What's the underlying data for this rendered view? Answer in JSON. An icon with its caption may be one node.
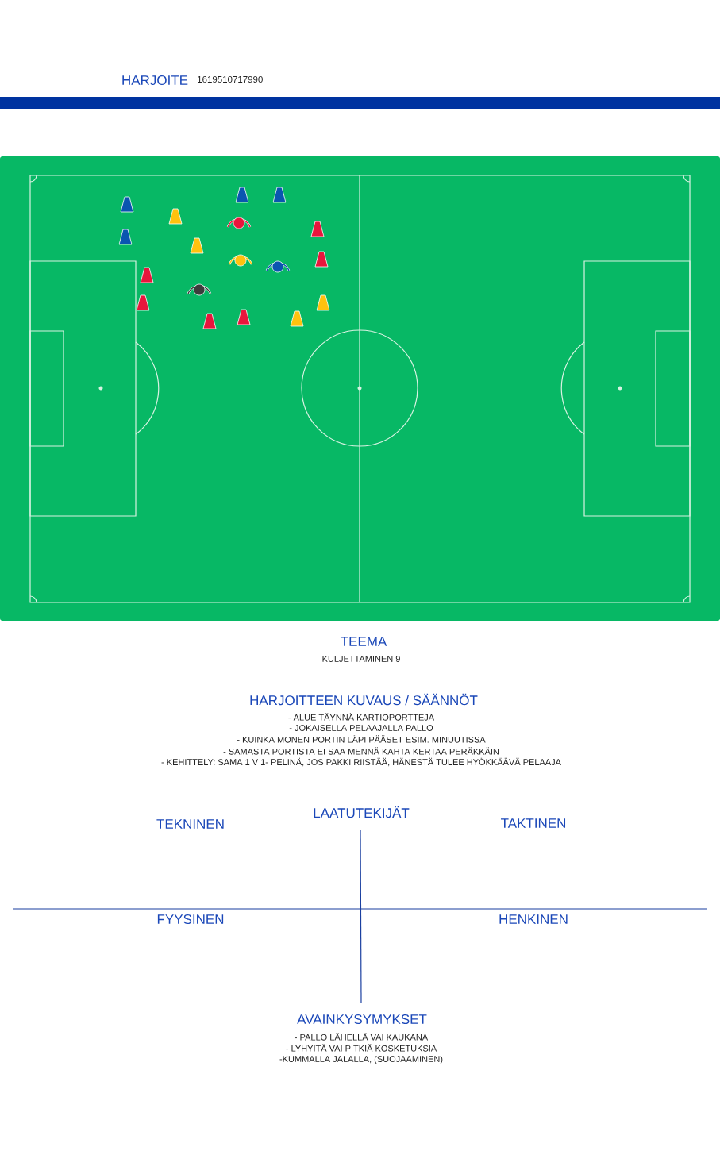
{
  "diagram": {
    "title": "HARJOITE",
    "labels": [
      "1619510717990",
      "TEEMA",
      "KULJETTAMINEN  9",
      "HARJOITTEEN KUVAUS / SÄÄNNÖT",
      "- ALUE TÄYNNÄ KARTIOPORTTEJA",
      "- JOKAISELLA PELAAJALLA PALLO",
      "- KUINKA MONEN PORTIN LÄPI PÄÄSET ESIM. MINUUTISSA",
      "- SAMASTA PORTISTA EI SAA MENNÄ KAHTA KERTAA PERÄKKÄIN",
      "- KEHITTELY: SAMA 1 V 1- PELINÄ, JOS PAKKI RIISTÄÄ, HÄNESTÄ TULEE HYÖKKÄÄVÄ PELAAJA",
      "TEKNINEN",
      "LAATUTEKIJÄT",
      "TAKTINEN",
      "FYYSINEN",
      "HENKINEN",
      "AVAINKYSYMYKSET",
      "- PALLO LÄHELLÄ VAI KAUKANA",
      "- LYHYITÄ VAI PITKIÄ KOSKETUKSIA",
      "-KUMMALLA JALALLA, (SUOJAAMINEN)"
    ]
  }
}
